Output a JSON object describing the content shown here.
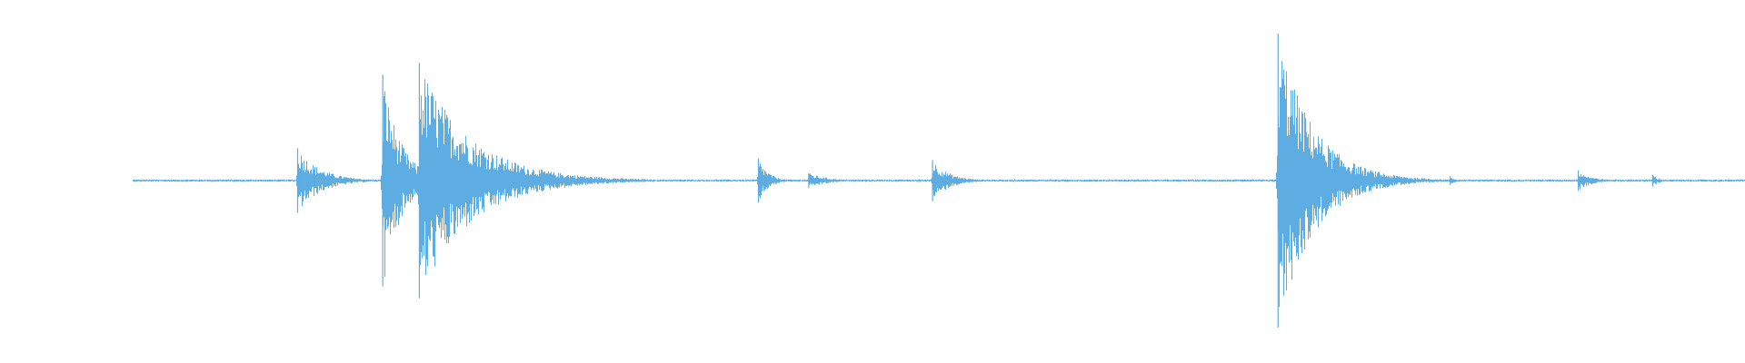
{
  "chart_data": {
    "type": "line",
    "title": "",
    "xlabel": "",
    "ylabel": "",
    "grid": false,
    "legend": false,
    "xlim": [
      0,
      1
    ],
    "ylim": [
      -1,
      1
    ],
    "series": [
      {
        "color": "#5DADE2",
        "baseline_amplitude": 0.008,
        "events": [
          {
            "t": 0.1023,
            "peak_up": 0.22,
            "peak_down": 0.22,
            "decay": 0.014
          },
          {
            "t": 0.1551,
            "peak_up": 0.72,
            "peak_down": 0.72,
            "decay": 0.011
          },
          {
            "t": 0.1778,
            "peak_up": 0.8,
            "peak_down": 0.8,
            "decay": 0.032
          },
          {
            "t": 0.3881,
            "peak_up": 0.15,
            "peak_down": 0.15,
            "decay": 0.006
          },
          {
            "t": 0.4193,
            "peak_up": 0.05,
            "peak_down": 0.05,
            "decay": 0.012
          },
          {
            "t": 0.4878,
            "peak_up": 0.01,
            "peak_down": 0.01,
            "decay": 0.004
          },
          {
            "t": 0.4961,
            "peak_up": 0.14,
            "peak_down": 0.14,
            "decay": 0.01
          },
          {
            "t": 0.7104,
            "peak_up": 1.0,
            "peak_down": 1.0,
            "decay": 0.022
          },
          {
            "t": 0.8172,
            "peak_up": 0.03,
            "peak_down": 0.03,
            "decay": 0.003
          },
          {
            "t": 0.8966,
            "peak_up": 0.07,
            "peak_down": 0.07,
            "decay": 0.008
          },
          {
            "t": 0.9427,
            "peak_up": 0.04,
            "peak_down": 0.04,
            "decay": 0.004
          }
        ]
      }
    ]
  }
}
